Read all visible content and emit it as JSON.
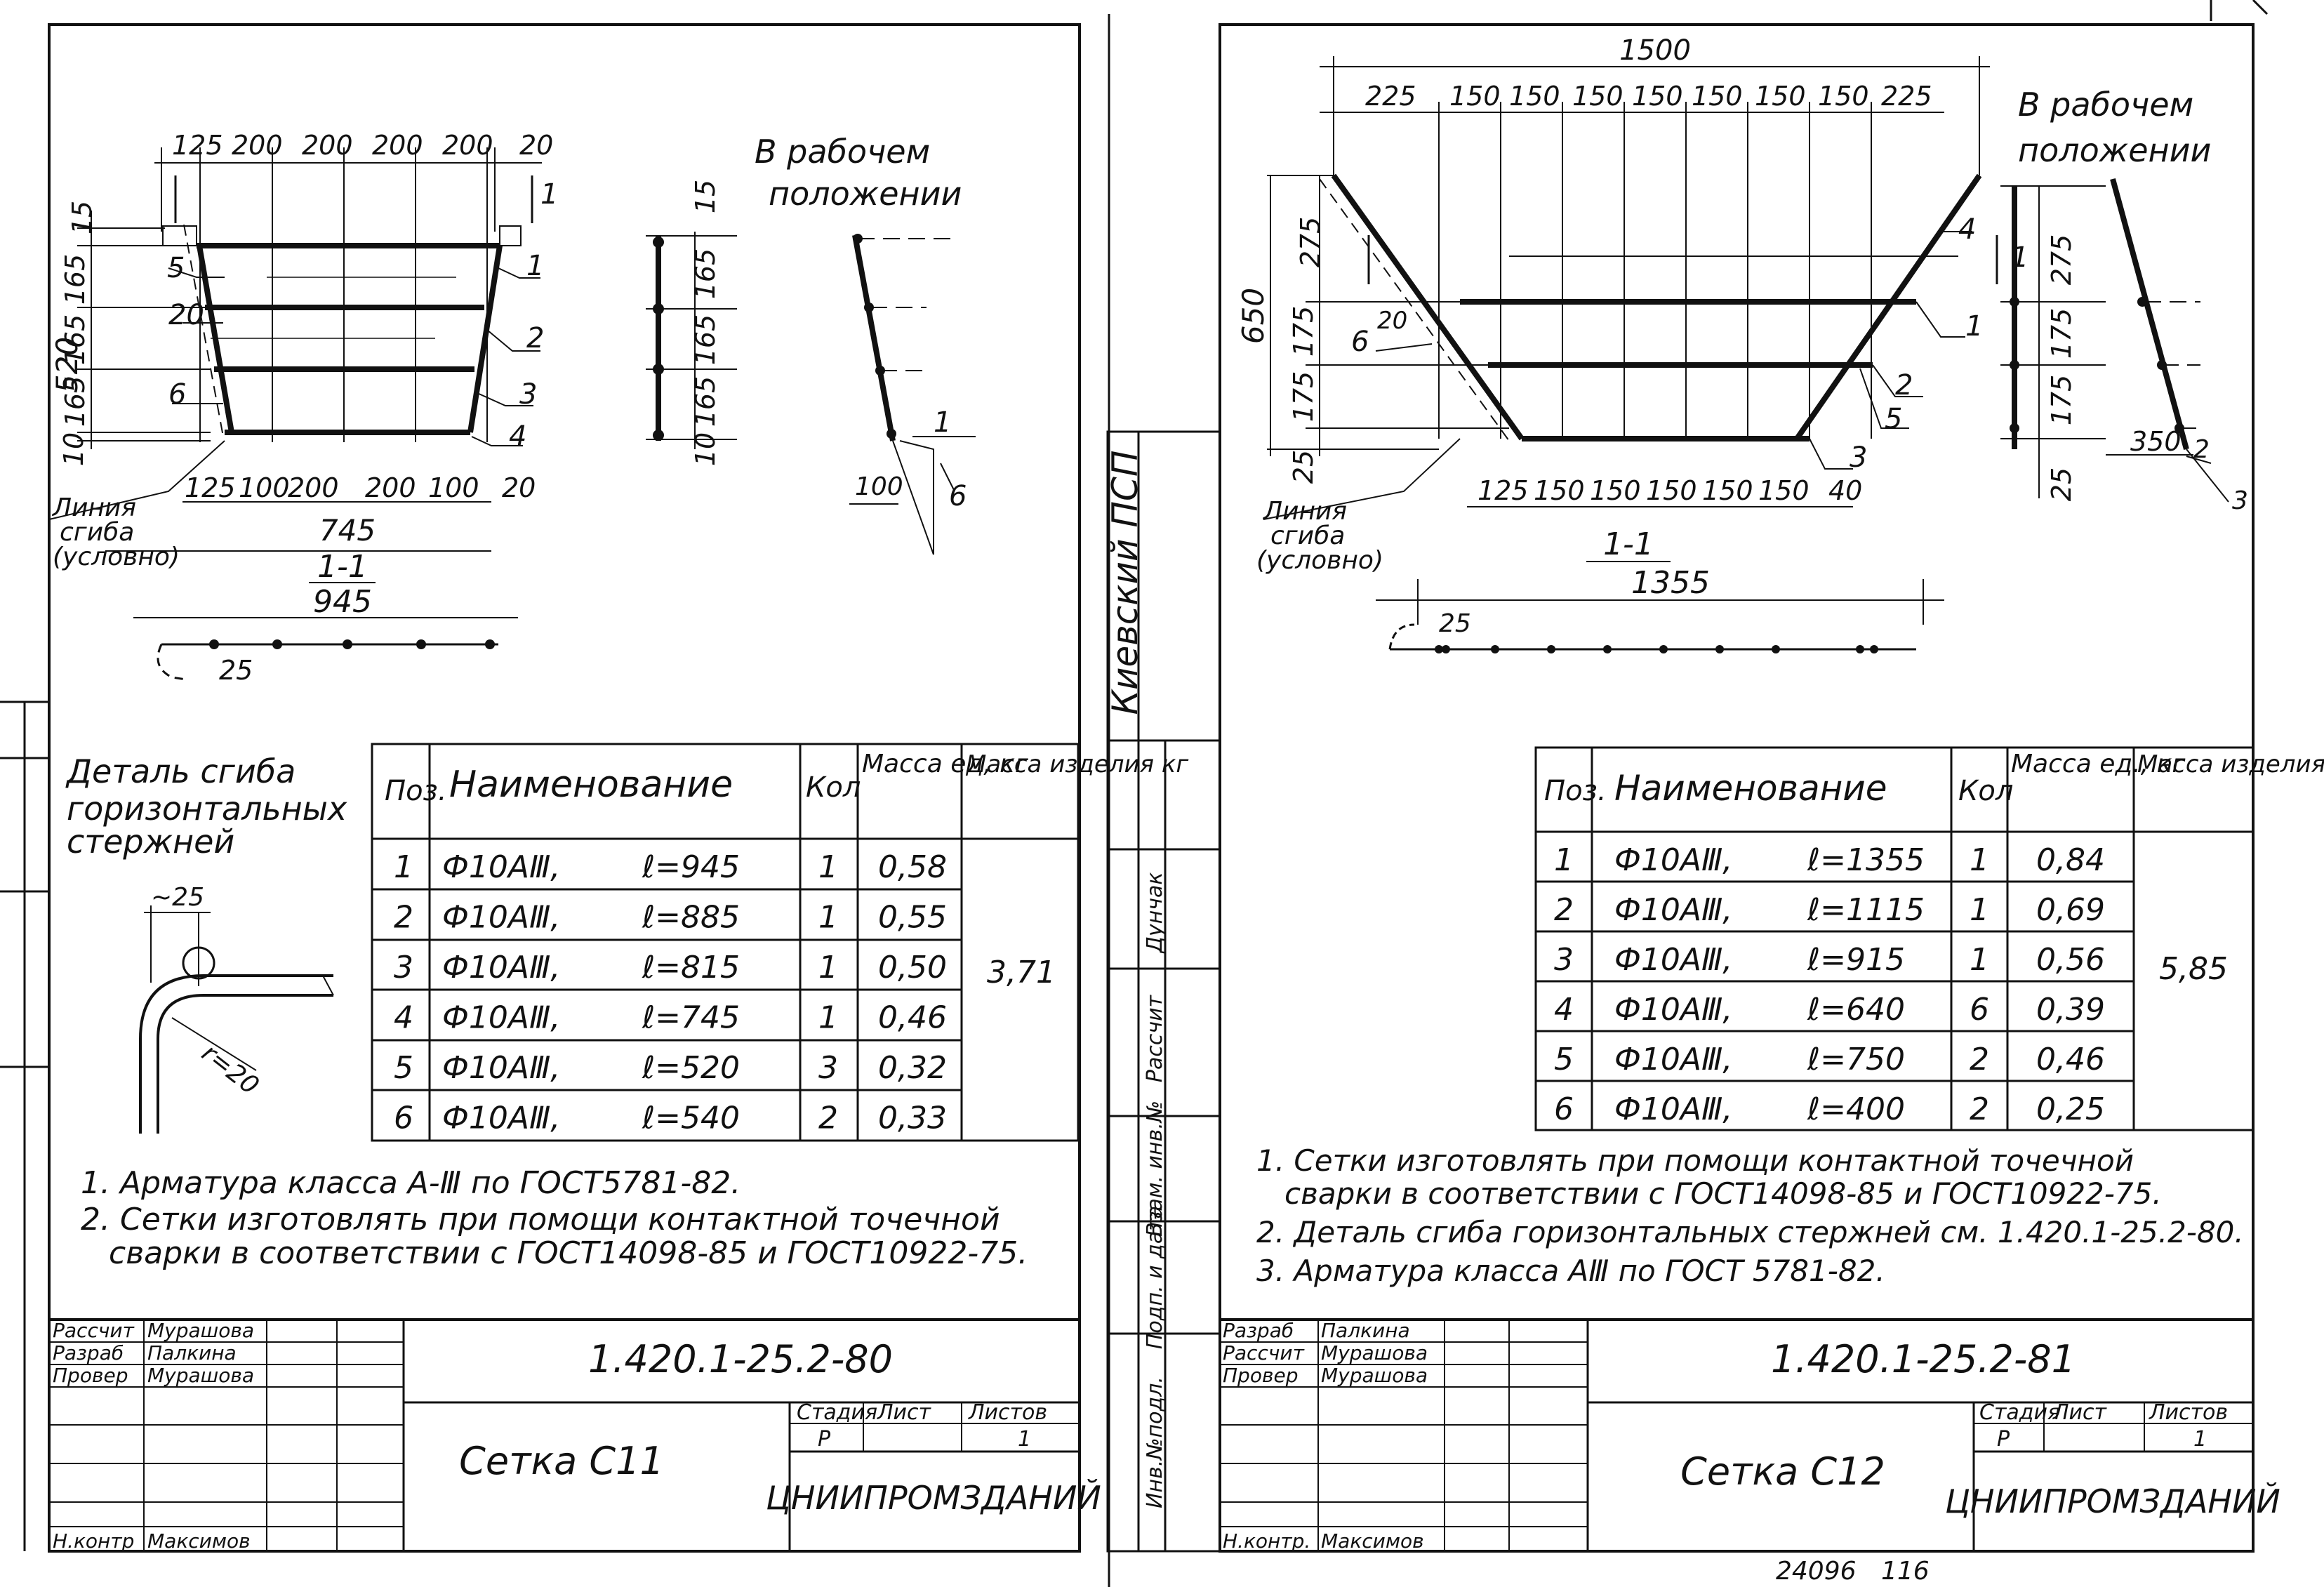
{
  "left": {
    "dims_top": [
      "125",
      "200",
      "200",
      "200",
      "200",
      "20"
    ],
    "section_mark_right": "1",
    "dims_left_vert": [
      "15",
      "165",
      "165",
      "165",
      "10"
    ],
    "dim_total_height": "520",
    "callouts_left": [
      "5",
      "20",
      "6"
    ],
    "callouts_right": [
      "1",
      "2",
      "3",
      "4"
    ],
    "dims_bottom": [
      "125",
      "100",
      "200",
      "200",
      "100",
      "20"
    ],
    "dim_745": "745",
    "fold_line_label": [
      "Линия",
      "сгиба",
      "(условно)"
    ],
    "section_label": "1-1",
    "dim_945": "945",
    "dim_25": "25",
    "side_dims": [
      "15",
      "165",
      "165",
      "165",
      "10"
    ],
    "working_position_label": [
      "В рабочем",
      "положении"
    ],
    "working_dim": "100",
    "working_callouts": [
      "1",
      "6"
    ],
    "detail_title": [
      "Деталь сгиба",
      "горизонтальных",
      "стержней"
    ],
    "detail_dim": "~25",
    "detail_radius": "r=20",
    "table": {
      "headers": [
        "Поз.",
        "Наименование",
        "Кол",
        "Масса ед, кг",
        "Масса изделия кг"
      ],
      "rows": [
        {
          "pos": "1",
          "name": "Ф10АⅢ,",
          "len": "ℓ=945",
          "qty": "1",
          "mass": "0,58"
        },
        {
          "pos": "2",
          "name": "Ф10АⅢ,",
          "len": "ℓ=885",
          "qty": "1",
          "mass": "0,55"
        },
        {
          "pos": "3",
          "name": "Ф10АⅢ,",
          "len": "ℓ=815",
          "qty": "1",
          "mass": "0,50"
        },
        {
          "pos": "4",
          "name": "Ф10АⅢ,",
          "len": "ℓ=745",
          "qty": "1",
          "mass": "0,46"
        },
        {
          "pos": "5",
          "name": "Ф10АⅢ,",
          "len": "ℓ=520",
          "qty": "3",
          "mass": "0,32"
        },
        {
          "pos": "6",
          "name": "Ф10АⅢ,",
          "len": "ℓ=540",
          "qty": "2",
          "mass": "0,33"
        }
      ],
      "total_mass": "3,71"
    },
    "notes": [
      "1. Арматура класса А-Ⅲ по ГОСТ5781-82.",
      "2. Сетки изготовлять при помощи контактной точечной",
      "сварки в соответствии с ГОСТ14098-85 и ГОСТ10922-75."
    ],
    "title_block": {
      "roles": [
        "Рассчит",
        "Разраб",
        "Провер",
        "Н.контр"
      ],
      "names": [
        "Мурашова",
        "Палкина",
        "Мурашова",
        "Максимов"
      ],
      "doc_code": "1.420.1-25.2-80",
      "item_name": "Сетка С11",
      "stage_header": "Стадия",
      "sheet_header": "Лист",
      "sheets_header": "Листов",
      "stage_value": "Р",
      "sheets_value": "1",
      "org": "ЦНИИПРОМЗДАНИЙ"
    }
  },
  "right": {
    "dim_1500": "1500",
    "dims_top": [
      "225",
      "150",
      "150",
      "150",
      "150",
      "150",
      "150",
      "150",
      "225"
    ],
    "working_position_label": [
      "В рабочем",
      "положении"
    ],
    "dims_left_vert": [
      "275",
      "175",
      "175",
      "25"
    ],
    "dim_total_height": "650",
    "callout_6": "6",
    "callout_20": "20",
    "section_mark": "1",
    "callouts_right": [
      "4",
      "1",
      "2",
      "5",
      "3"
    ],
    "dims_bottom": [
      "125",
      "150",
      "150",
      "150",
      "150",
      "150",
      "40"
    ],
    "fold_line_label": [
      "Линия",
      "сгиба",
      "(условно)"
    ],
    "section_label": "1-1",
    "dim_1355": "1355",
    "dim_25": "25",
    "side_dims": [
      "275",
      "175",
      "175",
      "25"
    ],
    "working_dim": "350",
    "working_callouts": [
      "2",
      "3"
    ],
    "table": {
      "headers": [
        "Поз.",
        "Наименование",
        "Кол",
        "Масса ед., кг",
        "Масса изделия, кг"
      ],
      "rows": [
        {
          "pos": "1",
          "name": "Ф10АⅢ,",
          "len": "ℓ=1355",
          "qty": "1",
          "mass": "0,84"
        },
        {
          "pos": "2",
          "name": "Ф10АⅢ,",
          "len": "ℓ=1115",
          "qty": "1",
          "mass": "0,69"
        },
        {
          "pos": "3",
          "name": "Ф10АⅢ,",
          "len": "ℓ=915",
          "qty": "1",
          "mass": "0,56"
        },
        {
          "pos": "4",
          "name": "Ф10АⅢ,",
          "len": "ℓ=640",
          "qty": "6",
          "mass": "0,39"
        },
        {
          "pos": "5",
          "name": "Ф10АⅢ,",
          "len": "ℓ=750",
          "qty": "2",
          "mass": "0,46"
        },
        {
          "pos": "6",
          "name": "Ф10АⅢ,",
          "len": "ℓ=400",
          "qty": "2",
          "mass": "0,25"
        }
      ],
      "total_mass": "5,85"
    },
    "notes": [
      "1. Сетки изготовлять при помощи контактной точечной",
      "сварки в соответствии с ГОСТ14098-85 и ГОСТ10922-75.",
      "2. Деталь сгиба горизонтальных стержней см. 1.420.1-25.2-80.",
      "3. Арматура класса АⅢ по ГОСТ 5781-82."
    ],
    "title_block": {
      "roles": [
        "Разраб",
        "Рассчит",
        "Провер",
        "Н.контр."
      ],
      "names": [
        "Палкина",
        "Мурашова",
        "Мурашова",
        "Максимов"
      ],
      "doc_code": "1.420.1-25.2-81",
      "item_name": "Сетка С12",
      "stage_header": "Стадия",
      "sheet_header": "Лист",
      "sheets_header": "Листов",
      "stage_value": "Р",
      "sheets_value": "1",
      "org": "ЦНИИПРОМЗДАНИЙ"
    }
  },
  "margin_strip": {
    "org": "Киевский ПСП",
    "rows": [
      "Дунчак",
      "Рассчит",
      "Взам. инв.№",
      "Подп. и дата",
      "Инв.№подл."
    ]
  },
  "footer_numbers": [
    "24096",
    "116"
  ]
}
